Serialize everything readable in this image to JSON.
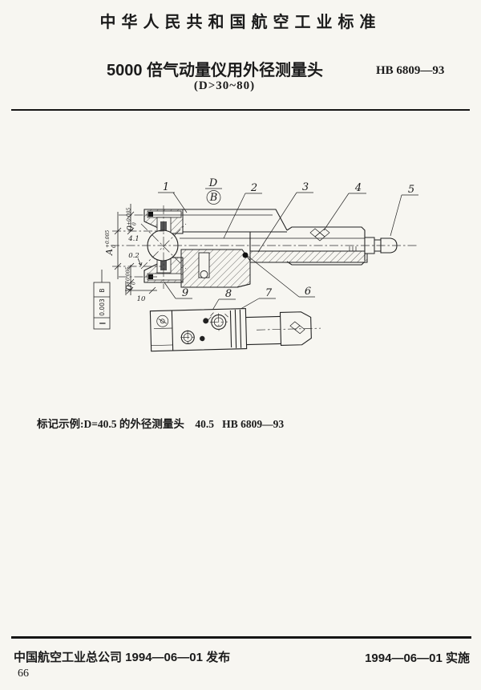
{
  "header": {
    "title": "中华人民共和国航空工业标准",
    "subtitle": "5000 倍气动量仪用外径测量头",
    "standard_no": "HB 6809—93",
    "diameter_range": "(D>30~80)"
  },
  "example_line": "标记示例:D=40.5 的外径测量头    40.5   HB 6809—93",
  "footer": {
    "left": "中国航空工业总公司 1994—06—01 发布",
    "right": "1994—06—01 实施",
    "page_number": "66"
  },
  "drawing": {
    "callouts": {
      "n1": "1",
      "n2": "2",
      "n3": "3",
      "n4": "4",
      "n5": "5",
      "n6": "6",
      "n7": "7",
      "n8": "8",
      "n9": "9"
    },
    "dims": {
      "d_ref": "D",
      "datum_b": "B",
      "a_letter": "A",
      "tol_plus": "+0.005",
      "tol_zero": "0",
      "zero": "0",
      "val_top": "4.1",
      "val_bottom": "0.2",
      "dim_width": "10"
    },
    "fcf": {
      "symbol": "∥",
      "value": "0.003",
      "datum": "B"
    }
  }
}
